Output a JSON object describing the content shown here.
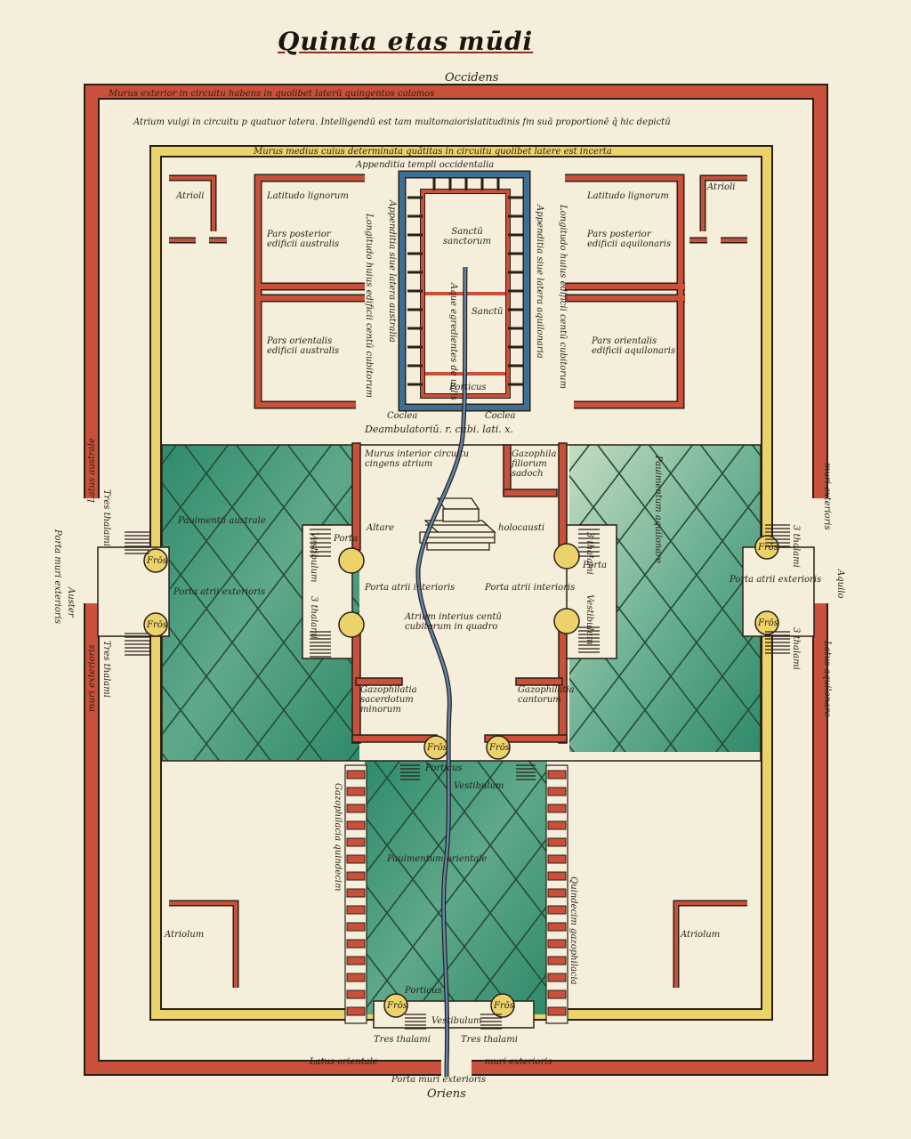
{
  "title": "Quinta etas mūdi",
  "labels": {
    "occidens": "Occidens",
    "murus_exterior": "Murus exterior in circuitu habens in quolibet laterū quingentos calamos",
    "atrium_vulgi": "Atrium vulgi in circuitu p quatuor latera. Intelligendū est tam multomaiorislatitudinis fm suā proportionē q̄ hic depictū",
    "murus_medius": "Murus medius cuius determinata quātitas in circuitu quolibet latere est incerta",
    "appenditia_occ": "Appenditia templi occidentalia",
    "atrioli_tl": "Atrioli",
    "atrioli_tr": "Atrioli",
    "latitudo_l": "Latitudo lignorum",
    "latitudo_r": "Latitudo lignorum",
    "pars_post_aust": "Pars posterior edificii australis",
    "pars_post_aquil": "Pars posterior edificii aquilonaris",
    "pars_orient_aust": "Pars orientalis edificii australis",
    "pars_orient_aquil": "Pars orientalis edificii aquilonaris",
    "sanctum_sanctorum": "Sanctū sanctorum",
    "sanctum": "Sanctū",
    "aque_egredientes": "Aque egredientes de ualis",
    "porticus_top": "Porticus",
    "appenditia_aust": "Appenditia siue latera australia",
    "appenditia_aquil": "Appenditia siue latera aquilonaria",
    "longitudo_aust": "Longitudo huius edificii centū cubitorum",
    "longitudo_aquil": "Longitudo huius edificii centū cubitorum",
    "coclea_l": "Coclea",
    "coclea_r": "Coclea",
    "deambulatorium": "Deambulatoriū. r. cubi. lati. x.",
    "murus_interior": "Murus interior circuitu cingens atrium",
    "gazophila_filiorum": "Gazophila filiorum sadoch",
    "altare": "Altare",
    "holocausti": "holocausti",
    "pauimentum_aust": "Pauimentū australe",
    "pauimentum_aquil": "Pauimentum aquilonare",
    "porta_atrii_int_l": "Porta atrii interioris",
    "porta_atrii_int_r": "Porta atrii interioris",
    "atrium_interius": "Atrium interius centū cubitorum in quadro",
    "porta_atrii_ext_l": "Porta atrii exterioris",
    "porta_atrii_ext_r": "Porta atrii exterioris",
    "gazophilatia_sac": "Gazophilatia sacerdotum minorum",
    "gazophilatia_cant": "Gazophilatia cantorum",
    "porticus_bottom": "Porticus",
    "vestibulum_bottom": "Vestibulum",
    "tres_thalami_l": "Tres thalami",
    "tres_thalami_r": "Tres thalami",
    "pauimentum_orient": "Pauimentum orientale",
    "atriolum_bl": "Atriolum",
    "atriolum_br": "Atriolum",
    "gazophilacia_l": "Gazophilacia quindecim",
    "gazophilacia_r": "Quindecim gazophilacia",
    "latus_australe": "Latus australe",
    "latus_aquilonare": "Latus aquilonare",
    "latus_orientale": "Latus orientale",
    "muri_exterioris": "muri exterioris",
    "porta_muri_ext": "Porta muri exterioris",
    "oriens": "Oriens",
    "auster": "Auster",
    "aquilo": "Aquilo",
    "vestibulum": "Vestibulum",
    "thalami_3": "3 thalami",
    "fros": "Frōs",
    "porta": "Porta"
  },
  "colors": {
    "parchment": "#f5eedb",
    "red": "#c9503a",
    "yellow": "#ecd26a",
    "green": "#2f8a6a",
    "blue": "#3f6e95",
    "ink": "#2a1f16"
  }
}
